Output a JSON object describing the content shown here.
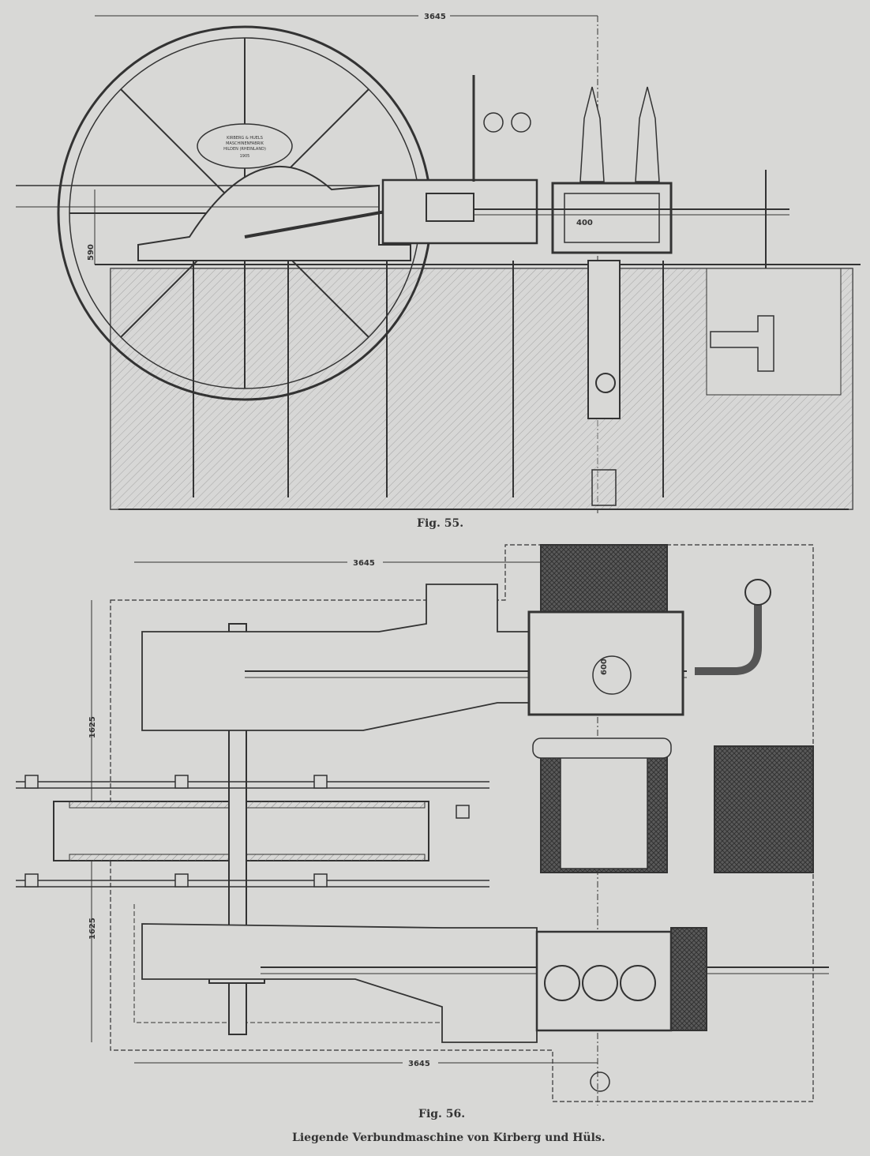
{
  "figures": {
    "fig55": {
      "label": "Fig. 55.",
      "dimensions": {
        "length": "3645",
        "height": "590",
        "cylinder": "400"
      },
      "nameplate": [
        "KIRBERG & HUELS",
        "MASCHINENFABRIK",
        "HILDEN (RHEINLAND)",
        "1905"
      ]
    },
    "fig56": {
      "label": "Fig. 56.",
      "dimensions": {
        "top_length": "3645",
        "bottom_length": "3645",
        "upper_width": "1625",
        "lower_width": "1625",
        "cylinder": "600"
      }
    }
  },
  "caption": "Liegende Verbundmaschine von Kirberg und Hüls."
}
